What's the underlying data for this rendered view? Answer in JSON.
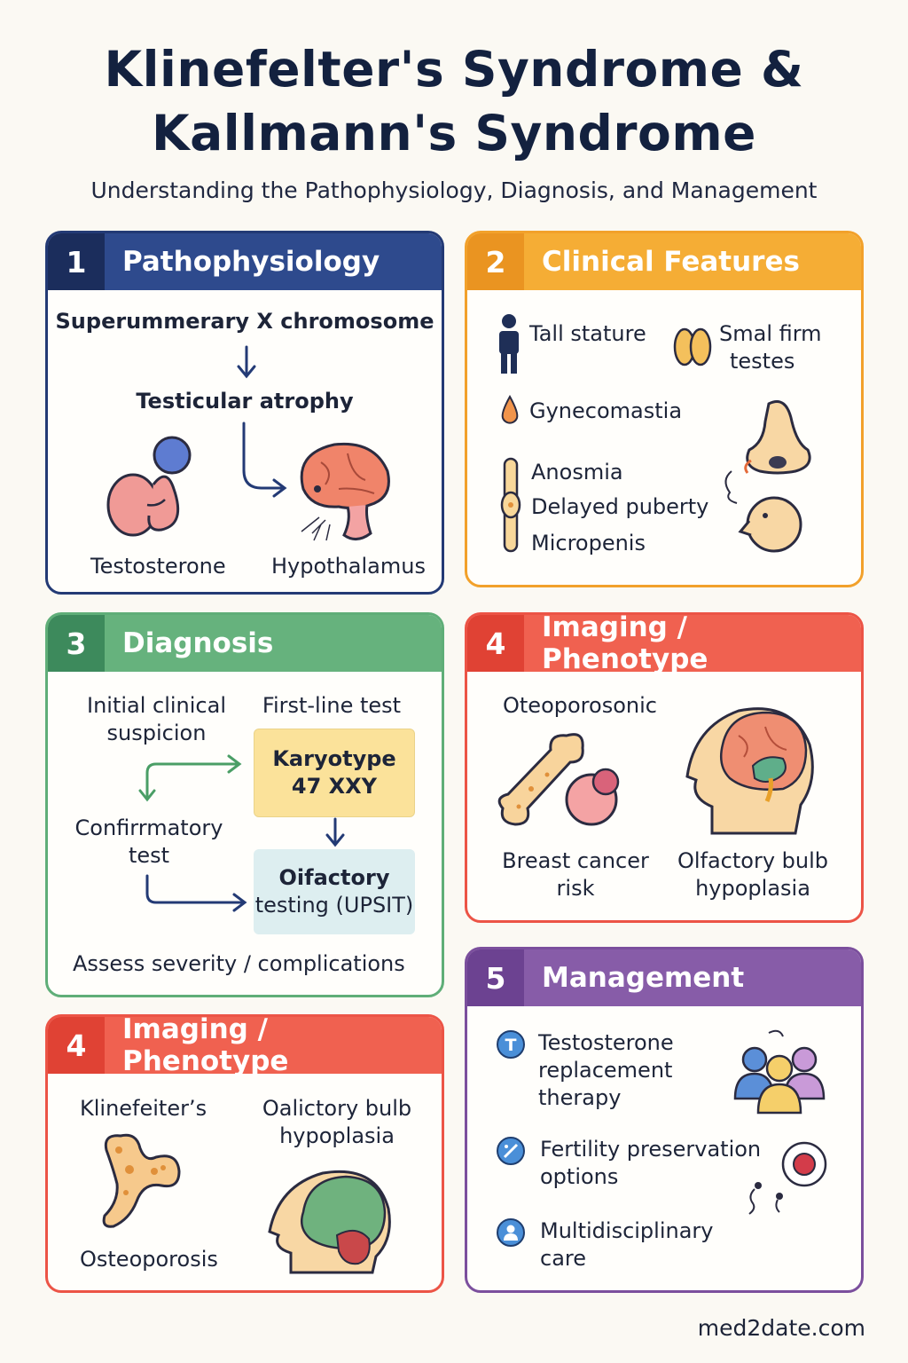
{
  "header": {
    "title_line1": "Klinefelter's Syndrome &",
    "title_line2": "Kallmann's Syndrome",
    "subtitle": "Understanding the Pathophysiology, Diagnosis, and Management"
  },
  "colors": {
    "pathophysiology": "#233a75",
    "clinical": "#f2a12b",
    "diagnosis": "#5fae78",
    "imaging": "#ec5446",
    "management": "#7b4f9d"
  },
  "pathophysiology": {
    "number": "1",
    "title": "Pathophysiology",
    "cause": "Superummerary X chromosome",
    "effect": "Testicular atrophy",
    "label_left": "Testosterone",
    "label_right": "Hypothalamus",
    "icons": [
      "testis-icon",
      "brain-icon",
      "down-arrow-icon",
      "curved-arrow-icon"
    ]
  },
  "clinical": {
    "number": "2",
    "title": "Clinical Features",
    "tall_stature": "Tall stature",
    "testes_line1": "Smal firm",
    "testes_line2": "testes",
    "gynecomastia": "Gynecomastia",
    "anosmia": "Anosmia",
    "delayed_puberty": "Delayed puberty",
    "micropenis": "Micropenis",
    "icons": [
      "person-icon",
      "testes-icon",
      "drop-icon",
      "bone-icon",
      "nose-icon",
      "face-profile-icon"
    ]
  },
  "diagnosis": {
    "number": "3",
    "title": "Diagnosis",
    "step_suspicion_1": "Initial clinical",
    "step_suspicion_2": "suspicion",
    "first_line": "First-line test",
    "karyotype_1": "Karyotype",
    "karyotype_2": "47 XXY",
    "confirm_1": "Confirrmatory",
    "confirm_2": "test",
    "olfactory_1": "Oifactory",
    "olfactory_2": "testing (UPSIT)",
    "assess": "Assess severity / complications"
  },
  "imaging_right": {
    "number": "4",
    "title": "Imaging / Phenotype",
    "bone_label": "Oteoporosonic",
    "breast_1": "Breast cancer",
    "breast_2": "risk",
    "bulb_1": "Olfactory bulb",
    "bulb_2": "hypoplasia",
    "icons": [
      "bone-icon",
      "breast-icon",
      "head-brain-icon"
    ]
  },
  "imaging_left": {
    "number": "4",
    "title": "Imaging / Phenotype",
    "top_left": "Klinefeiter’s",
    "bulb_1": "Oalictory bulb",
    "bulb_2": "hypoplasia",
    "bottom_left": "Osteoporosis",
    "icons": [
      "porous-bone-icon",
      "head-brain-icon"
    ]
  },
  "management": {
    "number": "5",
    "title": "Management",
    "item1_1": "Testosterone",
    "item1_2": "replacement",
    "item1_3": "therapy",
    "item1_icon": "T",
    "item2_1": "Fertility preservation",
    "item2_2": "options",
    "item3_1": "Multidisciplinary",
    "item3_2": "care",
    "icons": [
      "team-icon",
      "sperm-egg-icon"
    ]
  },
  "footer": {
    "site": "med2date.com"
  }
}
